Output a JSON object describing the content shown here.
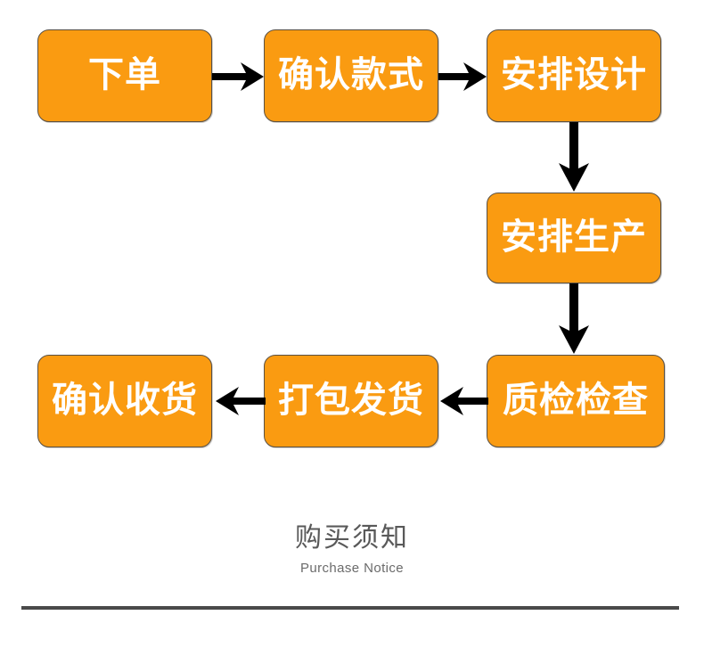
{
  "diagram": {
    "type": "flowchart",
    "title_cn": "购买须知",
    "title_en": "Purchase Notice",
    "colors": {
      "node_fill": "#FA9B11",
      "node_border": "#595044",
      "node_text": "#FFFFFF",
      "arrow": "#000000",
      "footer_title": "#595959",
      "footer_subtitle": "#6B6B6B",
      "rule": "#4A4A4A",
      "background": "#FFFFFF"
    },
    "nodes": [
      {
        "id": "order",
        "label": "下单",
        "row": 1,
        "col": 1
      },
      {
        "id": "confirm_style",
        "label": "确认款式",
        "row": 1,
        "col": 2
      },
      {
        "id": "design",
        "label": "安排设计",
        "row": 1,
        "col": 3
      },
      {
        "id": "production",
        "label": "安排生产",
        "row": 2,
        "col": 3
      },
      {
        "id": "inspection",
        "label": "质检检查",
        "row": 3,
        "col": 3
      },
      {
        "id": "shipping",
        "label": "打包发货",
        "row": 3,
        "col": 2
      },
      {
        "id": "received",
        "label": "确认收货",
        "row": 3,
        "col": 1
      }
    ],
    "edges": [
      {
        "from": "order",
        "to": "confirm_style",
        "direction": "right"
      },
      {
        "from": "confirm_style",
        "to": "design",
        "direction": "right"
      },
      {
        "from": "design",
        "to": "production",
        "direction": "down"
      },
      {
        "from": "production",
        "to": "inspection",
        "direction": "down"
      },
      {
        "from": "inspection",
        "to": "shipping",
        "direction": "left"
      },
      {
        "from": "shipping",
        "to": "received",
        "direction": "left"
      }
    ]
  },
  "footer": {
    "title_cn": "购买须知",
    "title_en": "Purchase Notice"
  }
}
